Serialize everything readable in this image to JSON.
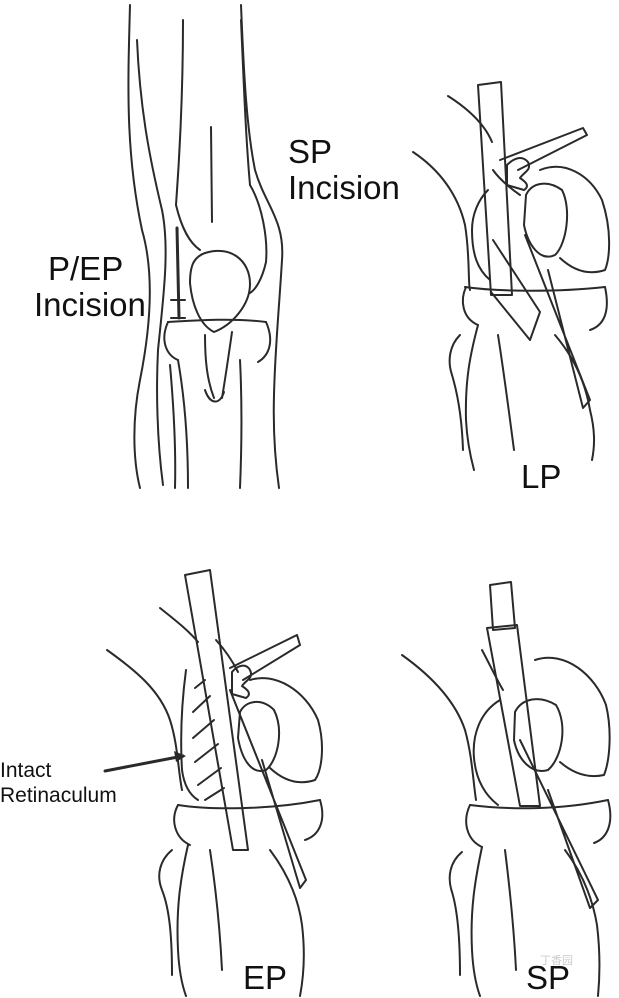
{
  "labels": {
    "sp_incision": [
      "SP",
      "Incision"
    ],
    "pep_incision": [
      "P/EP",
      "Incision"
    ],
    "lp": "LP",
    "ep": "EP",
    "sp": "SP",
    "intact_retinaculum": [
      "Intact",
      "Retinaculum"
    ]
  },
  "watermark": "丁香园",
  "colors": {
    "line": "#2a2a2a",
    "background": "#ffffff"
  }
}
